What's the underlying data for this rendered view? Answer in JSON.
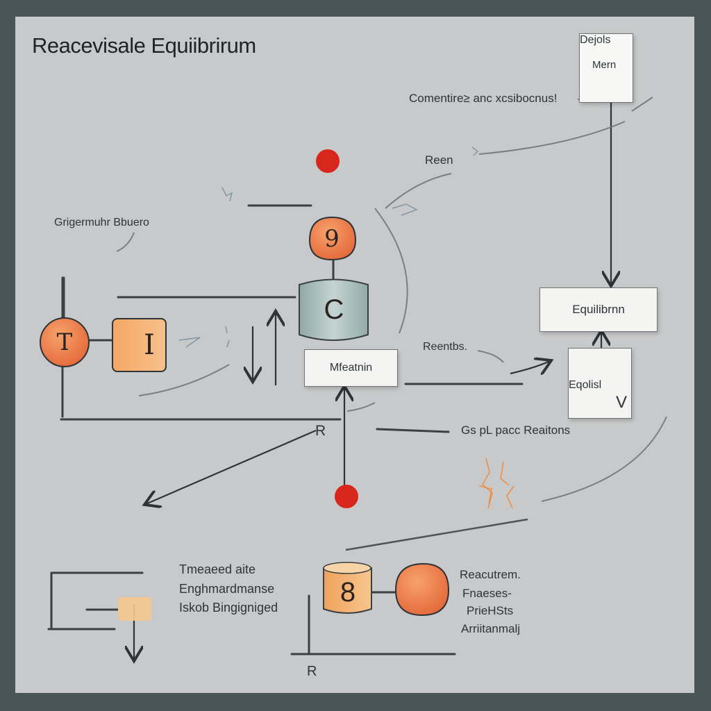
{
  "title": "Reacevisale Equiibrirum",
  "note_box": {
    "line1": "Dejols",
    "line2": "Mern"
  },
  "labels": {
    "top_right": "Comentire≥ anc xcsibocnus!",
    "reen": "Reen",
    "left_top": "Grigermuhr Bbuero",
    "reentbs": "Reentbs.",
    "pac_reaction": "Gs pL pacc Reaitons",
    "r_middle": "R",
    "r_bottom": "R"
  },
  "nodes": {
    "nine": "9",
    "c": "C",
    "eight": "8",
    "left_circle": "T",
    "left_square": "I",
    "equilbrium_box": "Equilibrnn",
    "equilsl_box": "Eqolisl",
    "equilsl_mark": "V",
    "mfeatnin": "Mfeatnin"
  },
  "bottom_left_text": [
    "Tmeaeed aite",
    "Enghmardmanse",
    "Iskob Bingigniged"
  ],
  "bottom_right_text": [
    "Reacutrem.",
    "Fnaeses-",
    "PrieHSts",
    "Arriitanmalj"
  ],
  "colors": {
    "background": "#c8c9ca",
    "frame": "#4a5557",
    "orange": "#f08a4b",
    "red": "#d9261c",
    "teal": "#a9bcbc",
    "line": "#3a3f42"
  }
}
